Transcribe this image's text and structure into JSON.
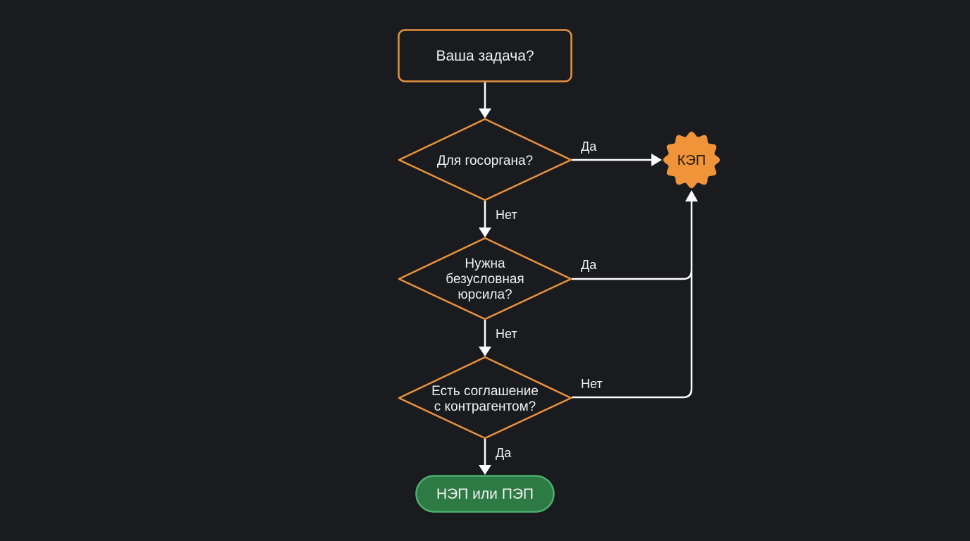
{
  "diagram": {
    "type": "flowchart",
    "colors": {
      "background": "#1a1b1e",
      "node_stroke": "#e8913f",
      "node_fill": "#1a1b1e",
      "badge_fill": "#f0943a",
      "badge_text": "#2a1a0a",
      "terminal_fill": "#2d7a45",
      "terminal_stroke": "#4caf6e",
      "edge": "#ffffff",
      "text": "#f2f2f2"
    },
    "nodes": {
      "start": {
        "label": "Ваша задача?",
        "shape": "rounded-rectangle"
      },
      "q1": {
        "lines": [
          "Для госоргана?"
        ],
        "shape": "diamond"
      },
      "q2": {
        "lines": [
          "Нужна",
          "безусловная",
          "юрсила?"
        ],
        "shape": "diamond"
      },
      "q3": {
        "lines": [
          "Есть соглашение",
          "с контрагентом?"
        ],
        "shape": "diamond"
      },
      "kep": {
        "label": "КЭП",
        "shape": "badge"
      },
      "result": {
        "label": "НЭП или ПЭП",
        "shape": "pill"
      }
    },
    "edges": [
      {
        "from": "start",
        "to": "q1",
        "label": ""
      },
      {
        "from": "q1",
        "to": "kep",
        "label": "Да"
      },
      {
        "from": "q1",
        "to": "q2",
        "label": "Нет"
      },
      {
        "from": "q2",
        "to": "kep",
        "label": "Да"
      },
      {
        "from": "q2",
        "to": "q3",
        "label": "Нет"
      },
      {
        "from": "q3",
        "to": "kep",
        "label": "Нет"
      },
      {
        "from": "q3",
        "to": "result",
        "label": "Да"
      }
    ]
  }
}
